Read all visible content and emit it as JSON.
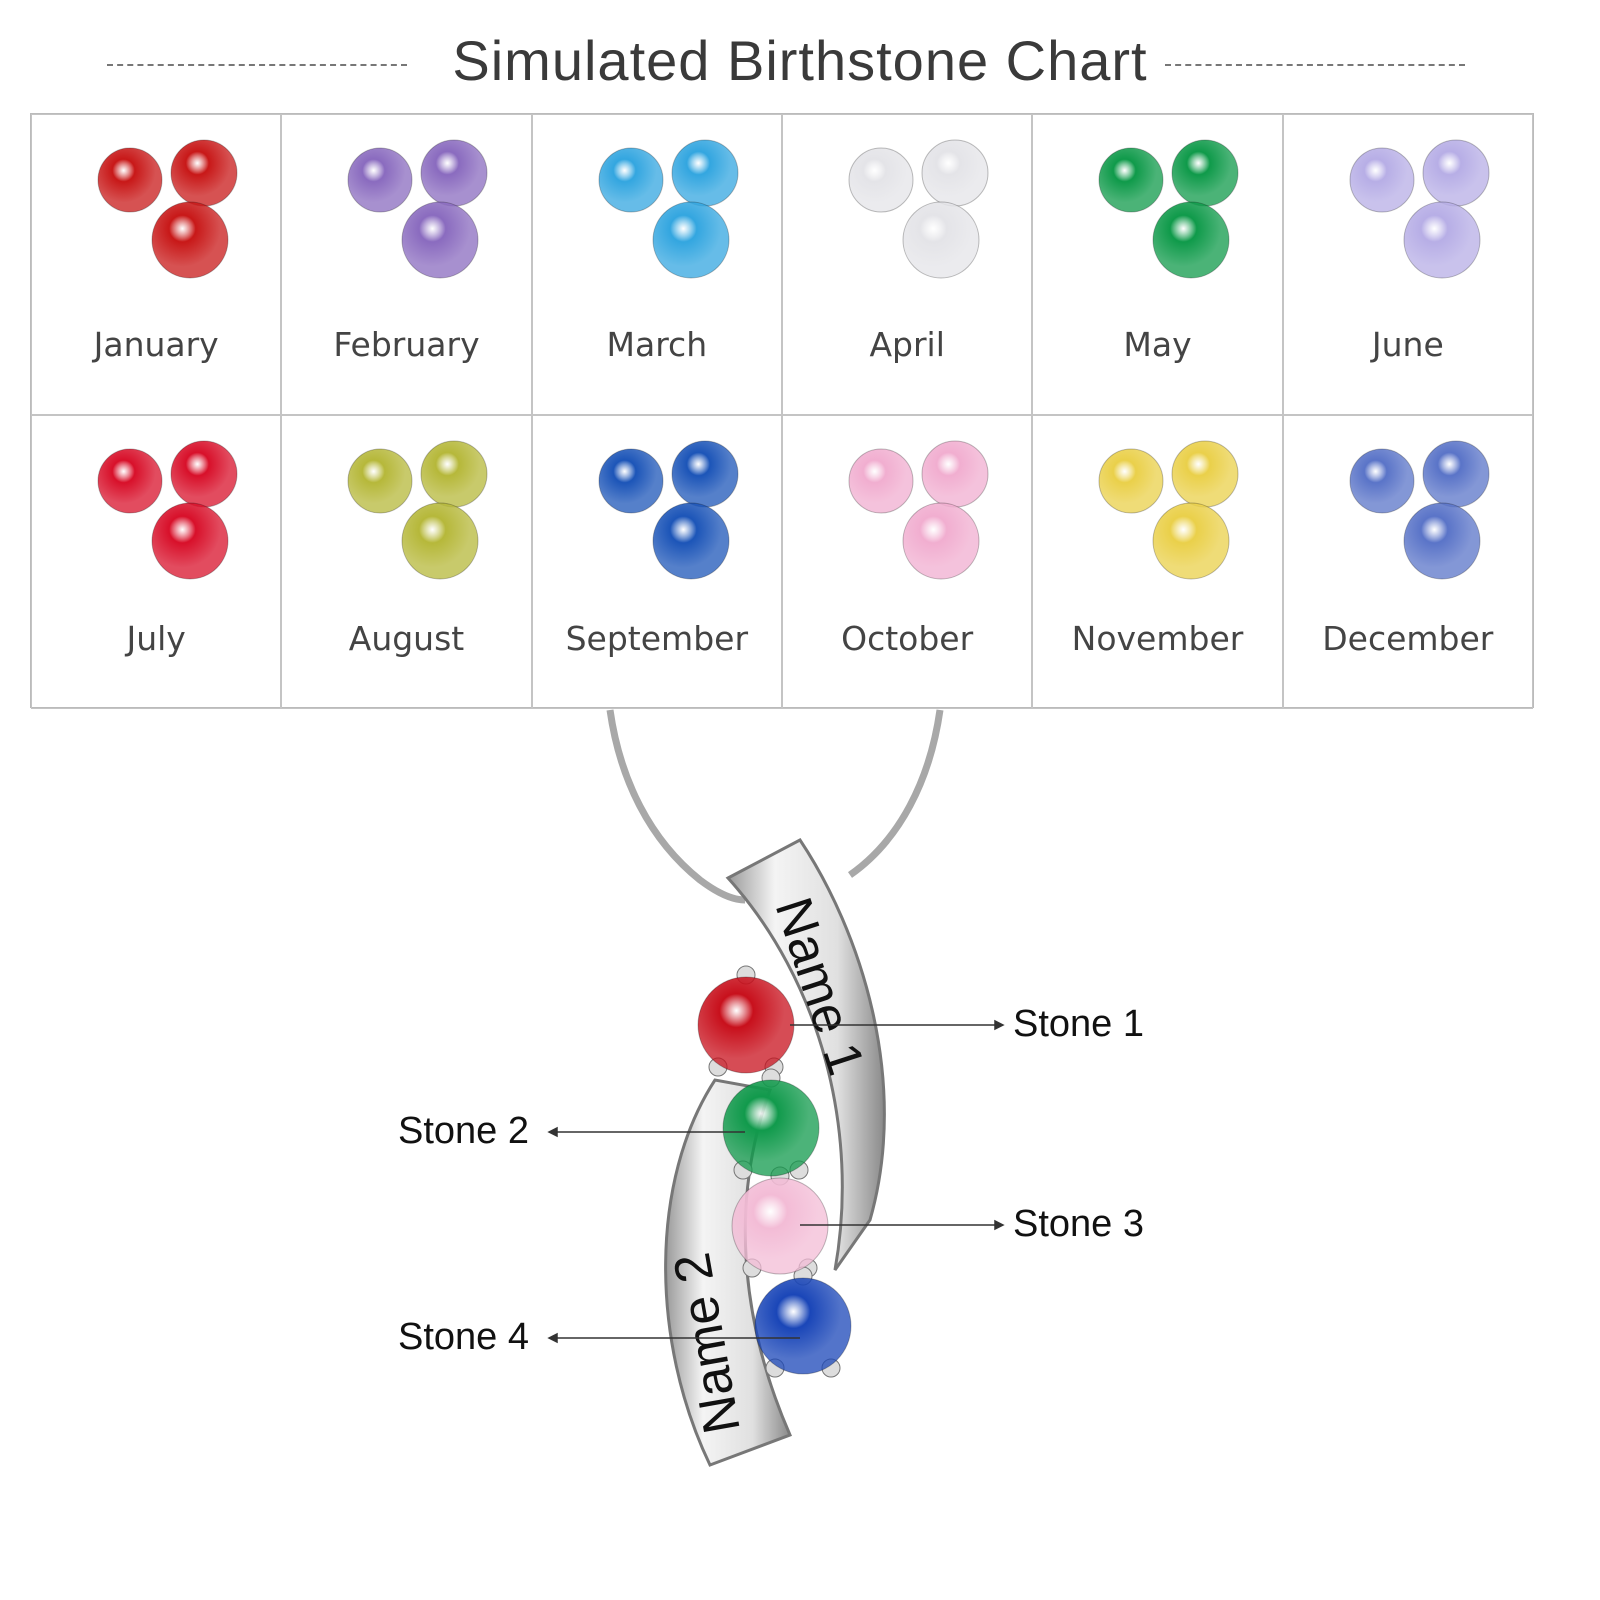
{
  "title": "Simulated Birthstone Chart",
  "months": [
    {
      "label": "January",
      "color": "#c81818"
    },
    {
      "label": "February",
      "color": "#8a6bbf"
    },
    {
      "label": "March",
      "color": "#33a6e0"
    },
    {
      "label": "April",
      "color": "#e4e4e8"
    },
    {
      "label": "May",
      "color": "#0f9a4a"
    },
    {
      "label": "June",
      "color": "#b7aee6"
    },
    {
      "label": "July",
      "color": "#d8102a"
    },
    {
      "label": "August",
      "color": "#b6b83a"
    },
    {
      "label": "September",
      "color": "#1c55b8"
    },
    {
      "label": "October",
      "color": "#f1aed0"
    },
    {
      "label": "November",
      "color": "#ead04a"
    },
    {
      "label": "December",
      "color": "#5a74c8"
    }
  ],
  "pendant": {
    "name1": "Name 1",
    "name2": "Name 2",
    "stones": [
      {
        "label": "Stone 1",
        "color": "#c8101c"
      },
      {
        "label": "Stone 2",
        "color": "#119a4c"
      },
      {
        "label": "Stone 3",
        "color": "#f3bcd6"
      },
      {
        "label": "Stone 4",
        "color": "#1a46b8"
      }
    ]
  }
}
